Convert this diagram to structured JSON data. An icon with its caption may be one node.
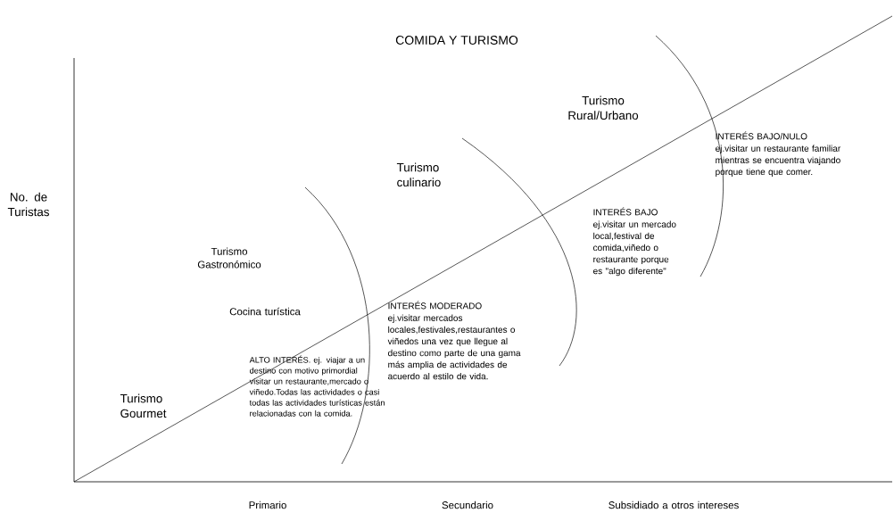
{
  "diagram": {
    "title": "COMIDA Y TURISMO",
    "labels": [
      "Turismo Rural/Urbano",
      "INTERÉS BAJO/NULO",
      "ej.visitar un restaurante familiar mientras se encuentra viajando porque tiene que comer.",
      "Turismo culinario",
      "No. de Turistas",
      "INTERÉS BAJO",
      "ej.visitar un mercado local,festival de comida,viñedo o restaurante porque es \"algo diferente\"",
      "Turismo Gastronómico",
      "Cocina turística",
      "INTERÉS MODERADO",
      "ej.visitar mercados locales,festivales,restaurantes o viñedos una vez que llegue al destino como parte de una gama más amplia de actividades de acuerdo al estilo de vida.",
      "Turismo Gourmet",
      "ALTO INTERÉS. ej. viajar a un destino con motivo primordial visitar un restaurante,mercado o viñedo.Todas las actividades o casi todas las actividades turísticas están relacionadas con la comida.",
      "Primario",
      "Secundario",
      "Subsidiado a otros intereses"
    ]
  }
}
